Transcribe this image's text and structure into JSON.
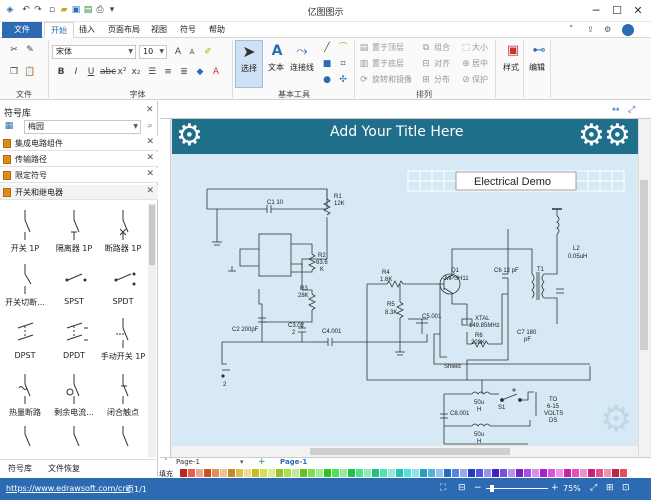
{
  "app": {
    "title": "亿图图示"
  },
  "tabs": [
    {
      "label": "文件"
    },
    {
      "label": "开始"
    },
    {
      "label": "插入"
    },
    {
      "label": "页面布局"
    },
    {
      "label": "视图"
    },
    {
      "label": "符号"
    },
    {
      "label": "帮助"
    }
  ],
  "ribbon": {
    "groups": [
      "文件",
      "字体",
      "基本工具",
      "排列"
    ],
    "font_name": "宋体",
    "font_size": "10",
    "tools": {
      "select": "选择",
      "text": "文本",
      "connector": "连接线"
    },
    "arrange": {
      "bring_front": "置于顶层",
      "send_back": "置于底层",
      "rotate_flip": "旋转和镜像",
      "group": "组合",
      "align": "对齐",
      "distribute": "分布",
      "size": "大小",
      "center": "居中",
      "protect": "保护"
    },
    "style": "样式",
    "edit": "编辑"
  },
  "library": {
    "title": "符号库",
    "search_value": "梅园",
    "categories": [
      "集成电路组件",
      "传输路径",
      "限定符号",
      "开关和继电器"
    ],
    "shapes": [
      {
        "label": "开关 1P"
      },
      {
        "label": "隔离器 1P"
      },
      {
        "label": "断路器 1P"
      },
      {
        "label": "开关切断..."
      },
      {
        "label": "SPST"
      },
      {
        "label": "SPDT"
      },
      {
        "label": "DPST"
      },
      {
        "label": "DPDT"
      },
      {
        "label": "手动开关 1P"
      },
      {
        "label": "热量断路"
      },
      {
        "label": "剩余电流..."
      },
      {
        "label": "闭合触点"
      }
    ],
    "bottom_tabs": [
      "符号库",
      "文件恢复"
    ]
  },
  "canvas": {
    "title_placeholder": "Add Your Title Here",
    "diagram_title": "Electrical Demo",
    "labels": {
      "r1": "R1",
      "r1v": "12K",
      "c1": "C1 10",
      "r2": "R2",
      "r2v": "63.6",
      "r2k": "K",
      "r3": "R3",
      "r3v": "28K",
      "c2": "C2 200pF",
      "c3": "C3.02",
      "c3b": "2",
      "c4": "C4.001",
      "p2": "2",
      "r4": "R4",
      "r4v": "1.6K",
      "r5": "R5",
      "r5v": "8.3K",
      "c5": "C5.001",
      "q1": "Q1",
      "q1v": "MPSH11",
      "c6": "C6 12 pF",
      "xtal": "XTAL",
      "xtalv": "149.85MHz",
      "r6": "R6",
      "r6v": "220K",
      "c7": "C7 180",
      "c7b": "pF",
      "l2": "L2",
      "l2v": "0.05uH",
      "t1": "T1",
      "shield": "Shield",
      "c8": "C8.001",
      "l50a": "50u",
      "h1": "H",
      "l50b": "50u",
      "h2": "H",
      "s1": "S1",
      "to1": "TO",
      "to2": "6-15",
      "to3": "VOLTS",
      "to4": "DS"
    }
  },
  "pages": {
    "tab1": "Page-1",
    "active": "Page-1",
    "add": "+"
  },
  "fill_label": "填充",
  "status": {
    "url": "https://www.edrawsoft.com/cn/",
    "page": "页1/1",
    "zoom": "75%"
  }
}
